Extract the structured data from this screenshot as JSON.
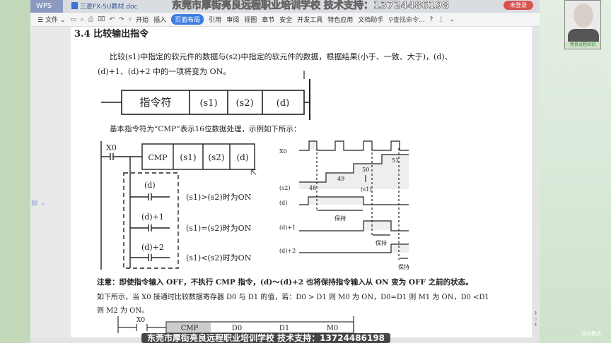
{
  "window": {
    "app_tab": "WPS",
    "doc_tab": "三菱FX-5U教材.doc",
    "login_button": "未登录"
  },
  "toolbar": {
    "file_menu": "文件",
    "tabs": [
      "开始",
      "插入",
      "页面布局",
      "引用",
      "审阅",
      "视图",
      "章节",
      "安全",
      "开发工具",
      "特色应用",
      "文档助手"
    ],
    "active_tab": "页面布局",
    "search": "查找命令...",
    "help": "?"
  },
  "watermarks": {
    "top": "东莞市厚街亮良远程职业培训学校  技术支持：13724486198",
    "bottom": "东莞市厚街亮良远程职业培训学校  技术支持：13724486198",
    "webcam_caption": "亮良远程培训",
    "corner": "测试模式"
  },
  "doc": {
    "heading": "3.4  比较输出指令",
    "para1_line1": "比较(s1)中指定的软元件的数据与(s2)中指定的软元件的数据，根据结果(小于、一致、大于)，(d)、",
    "para1_line2": "(d)+1、(d)+2 中的一项将变为 ON。",
    "format_cells": [
      "指令符",
      "(s1)",
      "(s2)",
      "(d)"
    ],
    "para2": "基本指令符为“CMP”表示16位数据处理，示例如下所示：",
    "ladder": {
      "input": "X0",
      "cells": [
        "CMP",
        "(s1)",
        "(s2)",
        "(d)"
      ],
      "outputs": [
        {
          "label": "(d)",
          "desc": "(s1)>(s2)时为ON"
        },
        {
          "label": "(d)+1",
          "desc": "(s1)=(s2)时为ON"
        },
        {
          "label": "(d)+2",
          "desc": "(s1)<(s2)时为ON"
        }
      ]
    },
    "timing": {
      "signals": [
        "X0",
        "(s2)",
        "(d)",
        "(d)+1",
        "(d)+2"
      ],
      "s2_values": [
        "48",
        "49",
        "50",
        "51"
      ],
      "s1_label": "(s1)",
      "hold_label": "保持"
    },
    "note": "注意：即使指令输入 OFF，不执行 CMP 指令，(d)～(d)+2 也将保持指令输入从 ON 变为 OFF 之前的状态。",
    "para3_line1": "如下所示，当 X0 接通时比较数据寄存器 D0 与 D1 的值，若：D0 > D1 则 M0 为 ON，D0=D1 则 M1 为 ON，D0 <D1",
    "para3_line2": "则 M2 为 ON。",
    "example": {
      "input": "X0",
      "cells": [
        "CMP",
        "D0",
        "D1",
        "M0"
      ]
    }
  }
}
